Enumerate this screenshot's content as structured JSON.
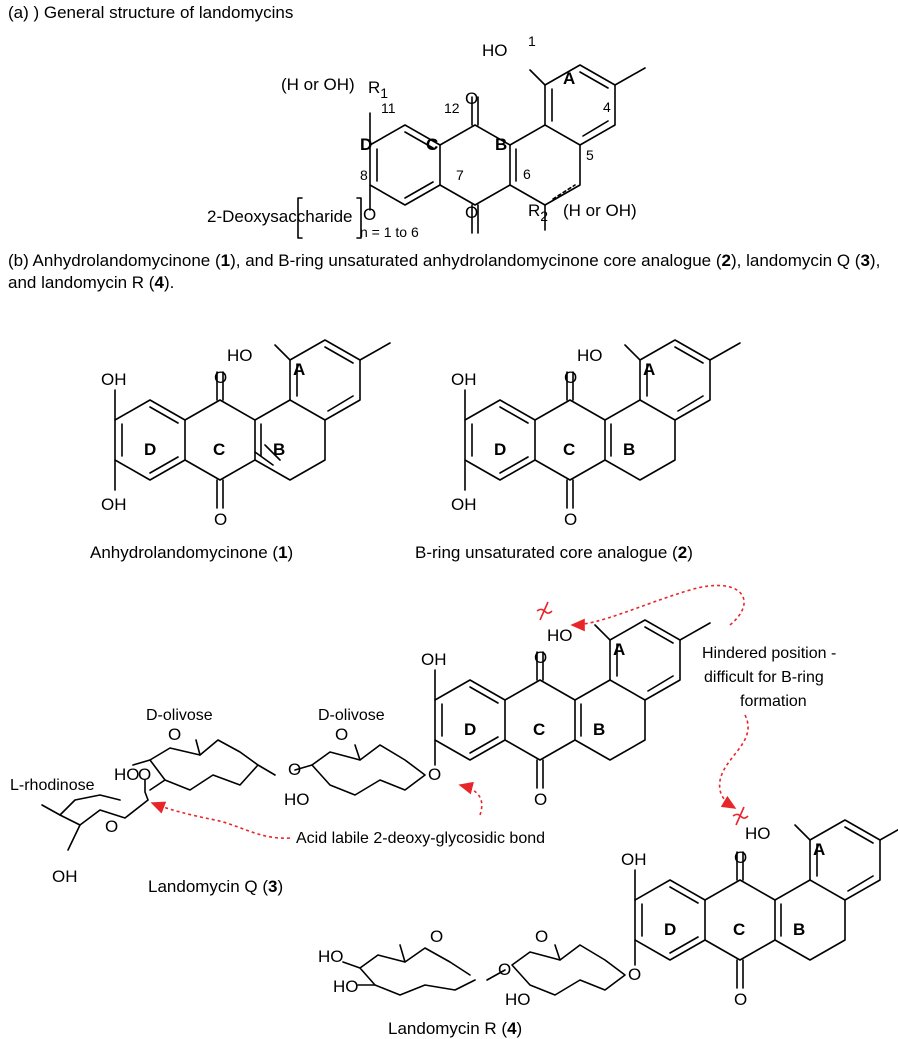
{
  "captions": {
    "a": "(a) ) General structure of landomycins",
    "b_prefix": "(b) Anhydrolandomycinone (",
    "b_n1": "1",
    "b_mid1": "), and B-ring unsaturated anhydrolandomycinone core analogue (",
    "b_n2": "2",
    "b_mid2": "), landomycin Q (",
    "b_n3": "3",
    "b_mid3": "), and landomycin R (",
    "b_n4": "4",
    "b_suffix": ")."
  },
  "general": {
    "ho": "HO",
    "r1": "R",
    "r1_sub": "1",
    "r1_note": "(H or OH)",
    "r2": "R",
    "r2_sub": "2",
    "r2_note": "(H or OH)",
    "sugar": "2-Deoxysaccharide",
    "n_range": "n = 1 to 6",
    "o": "O",
    "locants": [
      "1",
      "4",
      "5",
      "6",
      "7",
      "8",
      "11",
      "12"
    ],
    "rings": [
      "A",
      "B",
      "C",
      "D"
    ]
  },
  "compound1": {
    "name": "Anhydrolandomycinone (",
    "number": "1",
    "name_end": ")",
    "oh_top": "OH",
    "oh_bottom": "OH",
    "ho": "HO",
    "o": "O"
  },
  "compound2": {
    "name": "B-ring unsaturated core analogue (",
    "number": "2",
    "name_end": ")"
  },
  "landomycin_q": {
    "name": "Landomycin Q (",
    "number": "3",
    "name_end": ")",
    "sugar_labels": [
      "D-olivose",
      "D-olivose",
      "L-rhodinose"
    ],
    "note_hindered": [
      "Hindered position -",
      "difficult for B-ring",
      "formation"
    ],
    "note_acid": "Acid labile 2-deoxy-glycosidic bond"
  },
  "landomycin_r": {
    "name": "Landomycin R (",
    "number": "4",
    "name_end": ")"
  },
  "colors": {
    "arrow": "#e8262a",
    "ink": "#000000"
  }
}
